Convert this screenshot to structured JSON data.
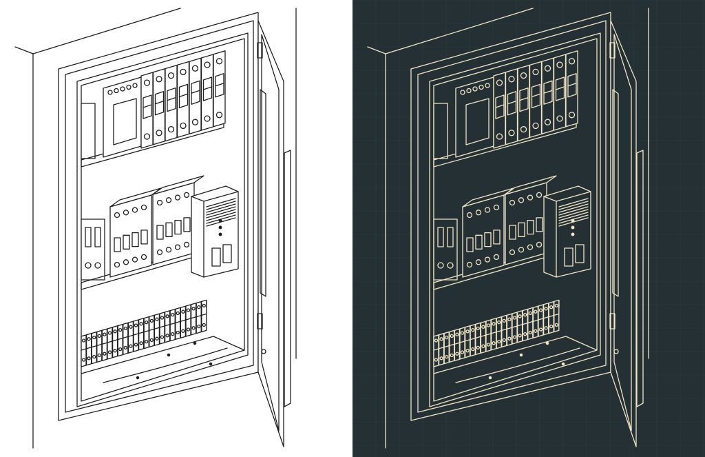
{
  "illustration": {
    "subject": "electrical-distribution-cabinet",
    "views": [
      {
        "name": "line-art-view",
        "background": "#ffffff",
        "stroke": "#1f1f1f",
        "fill": "#ffffff"
      },
      {
        "name": "blueprint-view",
        "background": "#243033",
        "stroke": "#f2e6c8",
        "fill": "#243033",
        "grid": "#2f3d40"
      }
    ],
    "components": {
      "upper_rail_breakers": 7,
      "middle_rail_contactors": 2,
      "lower_rail_terminal_blocks": 24
    }
  }
}
